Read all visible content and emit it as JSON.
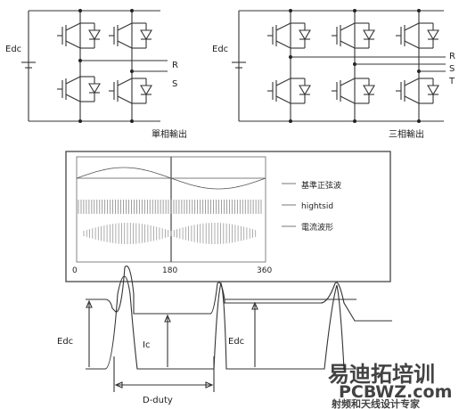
{
  "circuits": {
    "single_phase": {
      "source_label": "Edc",
      "outputs": [
        "R",
        "S"
      ],
      "caption": "單相輸出"
    },
    "three_phase": {
      "source_label": "Edc",
      "outputs": [
        "R",
        "S",
        "T"
      ],
      "caption": "三相輸出"
    }
  },
  "waveform_panel": {
    "legend": [
      "基準正弦波",
      "hightsid",
      "電流波形"
    ],
    "x_ticks": [
      "0",
      "180",
      "360"
    ]
  },
  "pulse_diagram": {
    "left_edc": "Edc",
    "current_label": "Ic",
    "right_edc": "Edc",
    "duty_label": "D-duty"
  },
  "watermark": {
    "line1": "易迪拓培训",
    "line2": "射频和天线设计专家",
    "brand": "PCBWZ.com",
    "colors": {
      "red": "#e06060",
      "blue": "#2a5fd6"
    }
  }
}
